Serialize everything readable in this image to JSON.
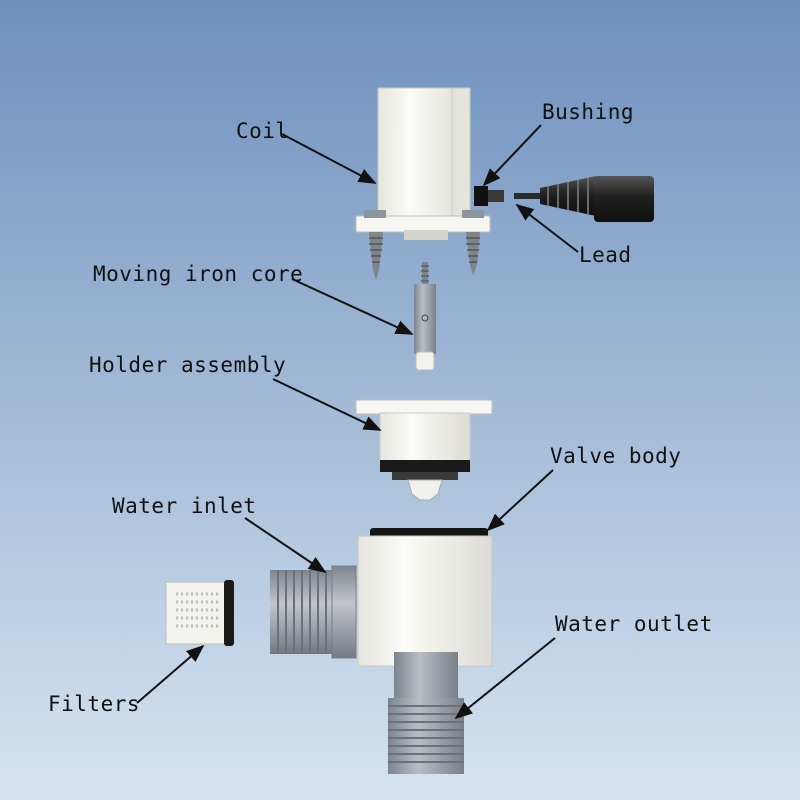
{
  "labels": {
    "coil": "Coil",
    "bushing": "Bushing",
    "lead": "Lead",
    "moving_iron_core": "Moving iron core",
    "holder_assembly": "Holder assembly",
    "valve_body": "Valve body",
    "water_inlet": "Water inlet",
    "water_outlet": "Water outlet",
    "filters": "Filters"
  },
  "colors": {
    "background_top": "#6e90bd",
    "background_bottom": "#d6e4f0",
    "part_white": "#f4f4ef",
    "thread_gray": "#9aa1aa",
    "dark": "#1a1a1a",
    "label_text": "#111111"
  }
}
